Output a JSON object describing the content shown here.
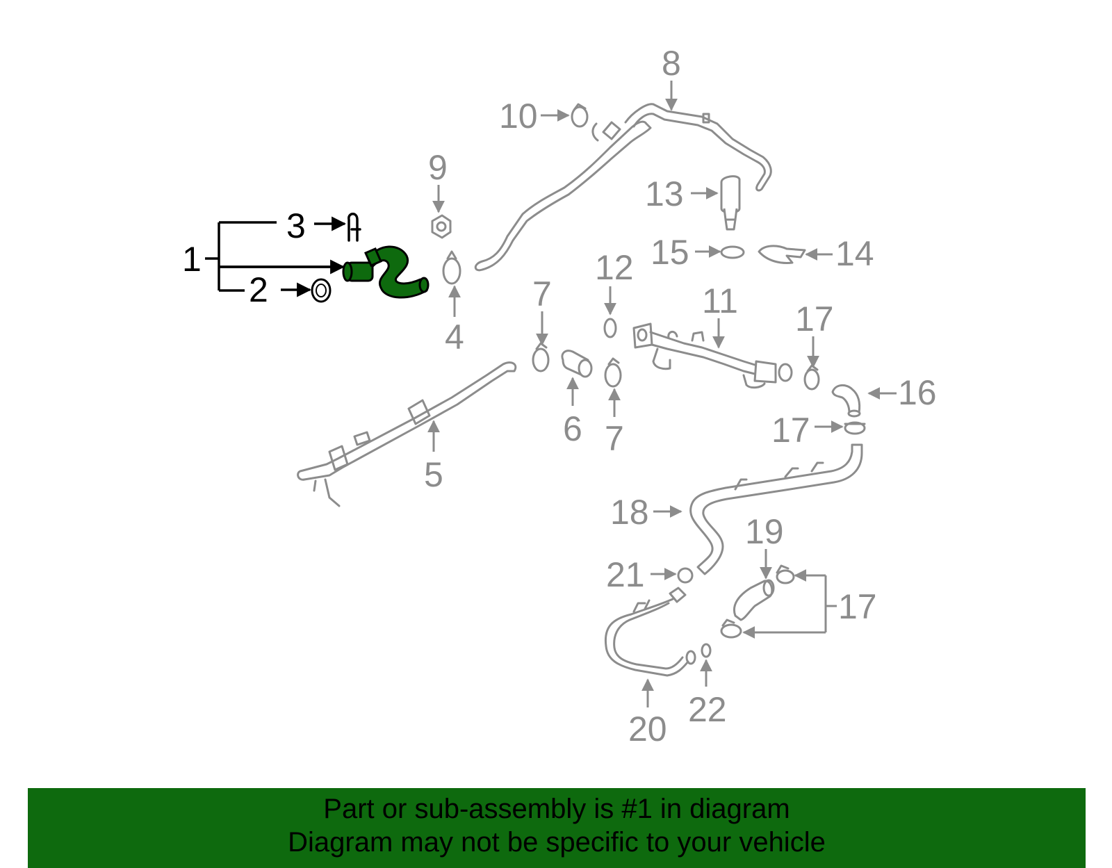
{
  "colors": {
    "highlight_part": "#0e6a0e",
    "banner_background": "#0e6a0e",
    "parts_stroke": "#8c8c8c",
    "selected_callouts": "#000000"
  },
  "callouts": {
    "c1": "1",
    "c2": "2",
    "c3": "3",
    "c4": "4",
    "c5": "5",
    "c6": "6",
    "c7a": "7",
    "c7b": "7",
    "c8": "8",
    "c9": "9",
    "c10": "10",
    "c11": "11",
    "c12": "12",
    "c13": "13",
    "c14": "14",
    "c15": "15",
    "c16": "16",
    "c17a": "17",
    "c17b": "17",
    "c17c": "17",
    "c18": "18",
    "c19": "19",
    "c20": "20",
    "c21": "21",
    "c22": "22"
  },
  "banner": {
    "line1": "Part or sub-assembly is #1 in diagram",
    "line2": "Diagram may not be specific to your vehicle"
  }
}
